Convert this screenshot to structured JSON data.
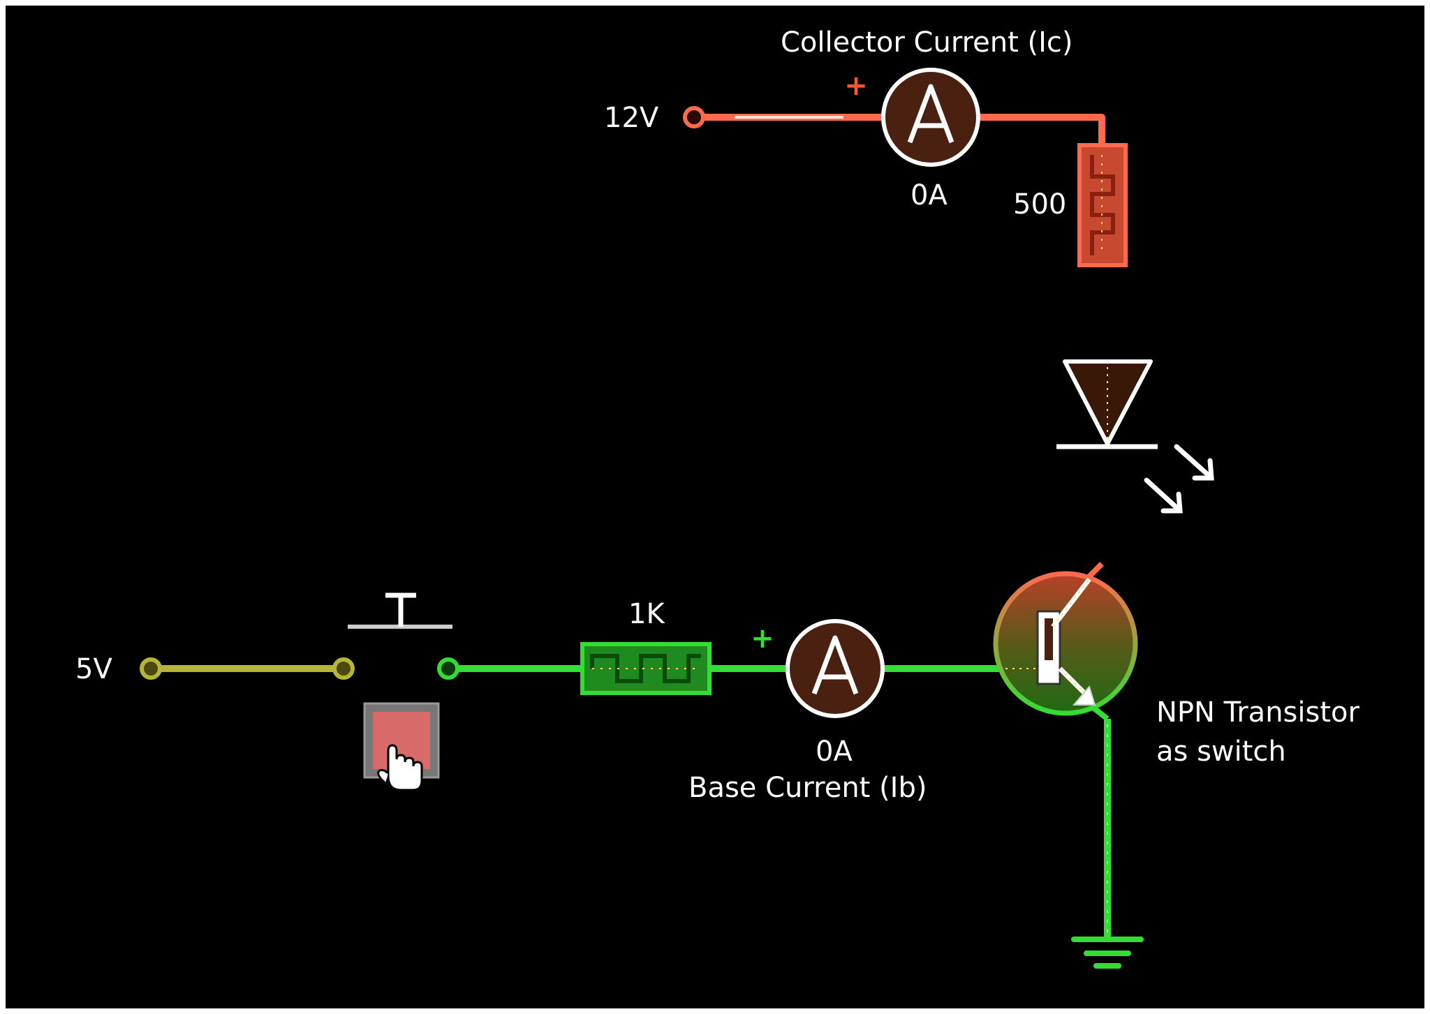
{
  "labels": {
    "collector_title": "Collector Current (Ic)",
    "supply_12v": "12V",
    "collector_reading": "0A",
    "collector_resistor": "500",
    "base_resistor": "1K",
    "supply_5v": "5V",
    "base_reading": "0A",
    "base_title": "Base Current (Ib)",
    "transistor_line1": "NPN Transistor",
    "transistor_line2": "as switch"
  },
  "meters": {
    "collector_plus": "+",
    "base_plus": "+",
    "ammeter_symbol": "A"
  },
  "colors": {
    "background": "#000000",
    "collector_wire": "#ff6a4d",
    "base_wire": "#33dd33",
    "supply_5v_wire": "#b5b53a",
    "meter_fill": "#4a2110",
    "resistor_red": "#ff6a4d",
    "resistor_green": "#33dd33",
    "push_button": "#d96a6a"
  },
  "icons": {
    "cursor": "hand-pointer-icon",
    "led_light": "emission-arrows-icon",
    "ground": "ground-symbol-icon"
  }
}
